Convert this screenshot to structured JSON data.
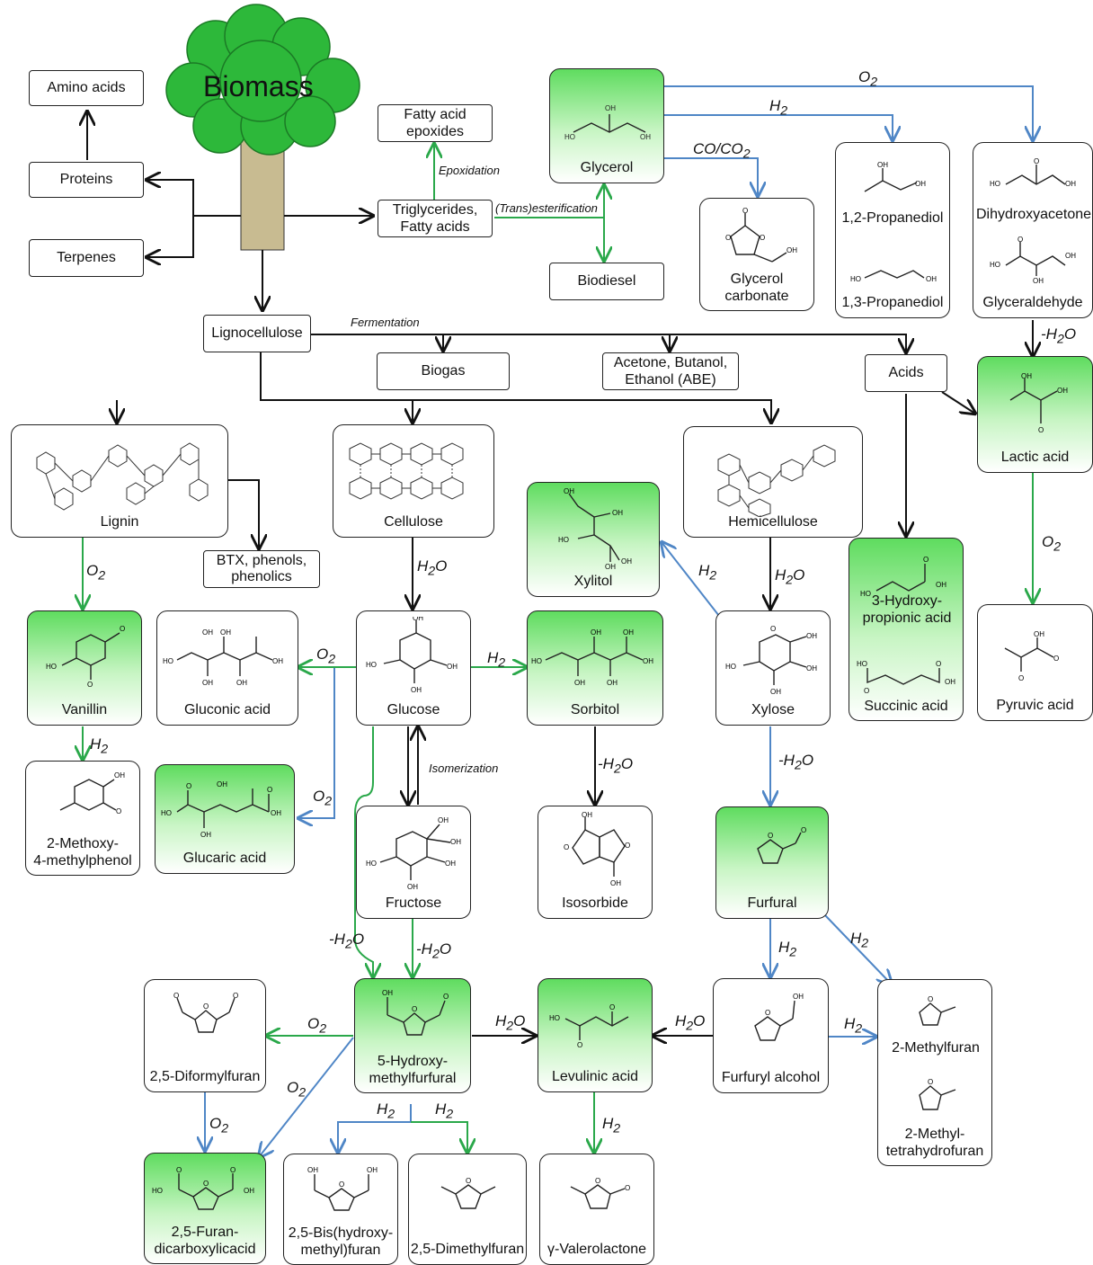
{
  "title": "Biomass",
  "colors": {
    "black": "#111111",
    "blue": "#4f86c6",
    "green": "#2aa84a",
    "box_green": "#5fdc5f",
    "canopy": "#2db83a",
    "trunk": "#c8bb91"
  },
  "boxes": {
    "amino_acids": "Amino acids",
    "proteins": "Proteins",
    "terpenes": "Terpenes",
    "fatty_acid_epoxides": "Fatty acid\nepoxides",
    "triglycerides": "Triglycerides,\nFatty acids",
    "glycerol": "Glycerol",
    "biodiesel": "Biodiesel",
    "glycerol_carbonate": "Glycerol\ncarbonate",
    "propanediol_12": "1,2-Propanediol",
    "propanediol_13": "1,3-Propanediol",
    "dihydroxyacetone": "Dihydroxyacetone",
    "glyceraldehyde": "Glyceraldehyde",
    "lignocellulose": "Lignocellulose",
    "biogas": "Biogas",
    "abe": "Acetone, Butanol,\nEthanol (ABE)",
    "acids": "Acids",
    "lactic_acid": "Lactic acid",
    "lignin": "Lignin",
    "btx": "BTX, phenols,\nphenolics",
    "cellulose": "Cellulose",
    "hemicellulose": "Hemicellulose",
    "xylitol": "Xylitol",
    "hydroxypropionic": "3-Hydroxy-\npropionic acid",
    "succinic": "Succinic acid",
    "pyruvic": "Pyruvic acid",
    "vanillin": "Vanillin",
    "gluconic": "Gluconic acid",
    "glucose": "Glucose",
    "sorbitol": "Sorbitol",
    "xylose": "Xylose",
    "methoxymethylphenol": "2-Methoxy-\n4-methylphenol",
    "glucaric": "Glucaric acid",
    "fructose": "Fructose",
    "isosorbide": "Isosorbide",
    "furfural": "Furfural",
    "diformylfuran": "2,5-Diformylfuran",
    "hmf": "5-Hydroxy-\nmethylfurfural",
    "levulinic": "Levulinic acid",
    "furfuryl_alcohol": "Furfuryl alcohol",
    "methylfuran": "2-Methylfuran",
    "methylthf": "2-Methyl-\ntetrahydrofuran",
    "fdca": "2,5-Furan-\ndicarboxylicacid",
    "bhmf": "2,5-Bis(hydroxy-\nmethyl)furan",
    "dmf": "2,5-Dimethylfuran",
    "gvl": "γ-Valerolactone"
  },
  "conditions": {
    "epoxidation": "Epoxidation",
    "transesterification": "(Trans)esterification",
    "fermentation": "Fermentation",
    "isomerization": "Isomerization",
    "o2": "O",
    "h2": "H",
    "co_co2": "CO/CO",
    "water": "H",
    "minus_water": "-H",
    "sub2": "2",
    "o_suffix": "O"
  }
}
